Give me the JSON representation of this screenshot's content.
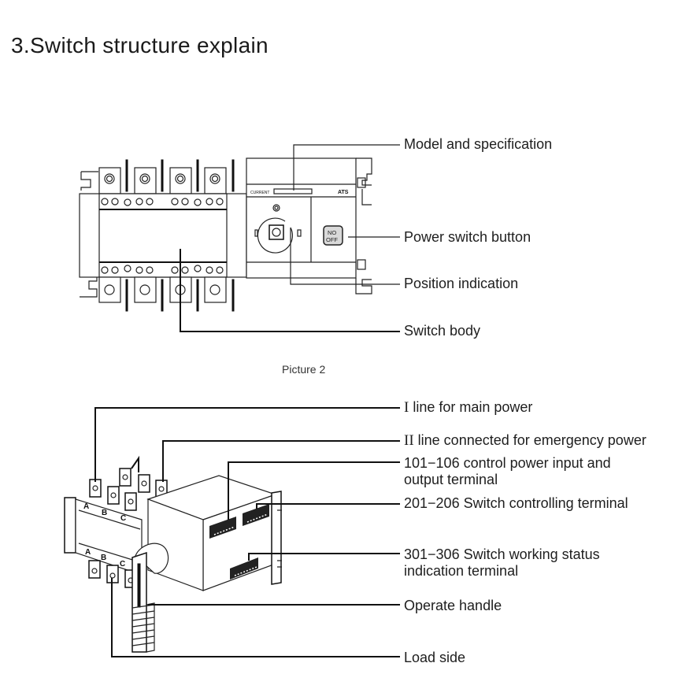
{
  "title": "3.Switch structure explain",
  "picture1": {
    "panel_text": {
      "current_label": "CURRENT",
      "brand": "ATS",
      "button_line1": "NO",
      "button_line2": "OFF"
    },
    "callouts": [
      {
        "text": "Model and specification"
      },
      {
        "text": "Power switch button"
      },
      {
        "text": "Position indication"
      },
      {
        "text": "Switch body"
      }
    ]
  },
  "caption": "Picture 2",
  "picture2": {
    "phase_labels": [
      "A",
      "B",
      "C"
    ],
    "callouts": [
      {
        "roman": "I",
        "text": " line for main power"
      },
      {
        "roman": "II",
        "text": " line connected for emergency power"
      },
      {
        "line1": "101−106 control power input and",
        "line2": "output terminal"
      },
      {
        "text": "201−206 Switch controlling terminal"
      },
      {
        "line1": "301−306 Switch working status",
        "line2": "indication terminal"
      },
      {
        "text": "Operate handle"
      },
      {
        "text": "Load side"
      }
    ]
  }
}
